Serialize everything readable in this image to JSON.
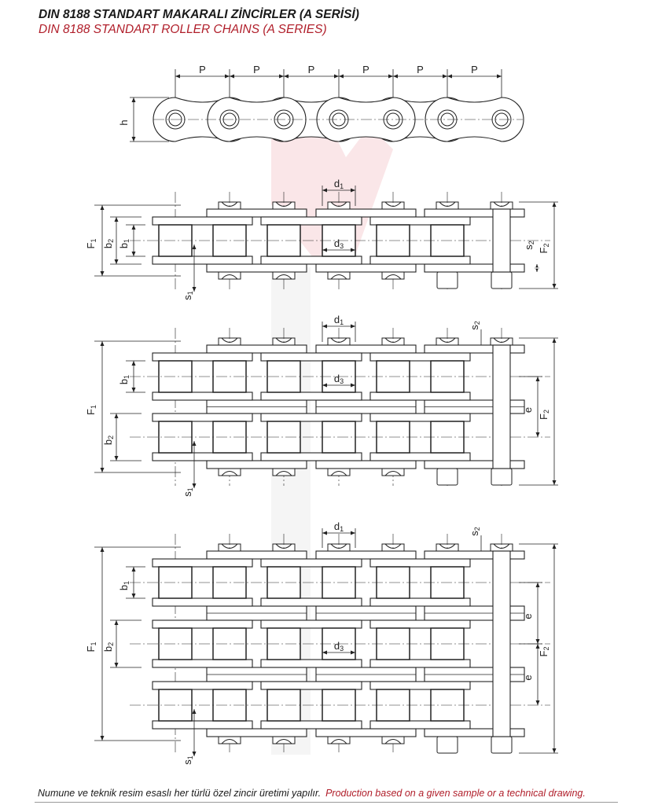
{
  "header": {
    "title_tr": "DIN 8188 STANDART MAKARALI ZİNCİRLER (A SERİSİ)",
    "title_en": "DIN 8188 STANDART ROLLER CHAINS (A SERIES)"
  },
  "labels": {
    "P": "P",
    "h": "h",
    "d1": {
      "base": "d",
      "sub": "1"
    },
    "d3": {
      "base": "d",
      "sub": "3"
    },
    "b1": {
      "base": "b",
      "sub": "1"
    },
    "b2": {
      "base": "b",
      "sub": "2"
    },
    "F1": {
      "base": "F",
      "sub": "1"
    },
    "F2": {
      "base": "F",
      "sub": "2"
    },
    "s1": {
      "base": "s",
      "sub": "1"
    },
    "s2": {
      "base": "s",
      "sub": "2"
    },
    "e": "e"
  },
  "drawings": [
    {
      "name": "side-view",
      "strands": 0
    },
    {
      "name": "simplex-chain",
      "strands": 1
    },
    {
      "name": "duplex-chain",
      "strands": 2
    },
    {
      "name": "triplex-chain",
      "strands": 3
    }
  ],
  "footer": {
    "note_tr": "Numune ve teknik resim esaslı her türlü özel zincir üretimi yapılır.",
    "note_en": "Production based on a given sample or a technical drawing."
  },
  "colors": {
    "brand_red": "#b01e2a",
    "line": "#222222",
    "watermark": "#f6d6d8"
  }
}
